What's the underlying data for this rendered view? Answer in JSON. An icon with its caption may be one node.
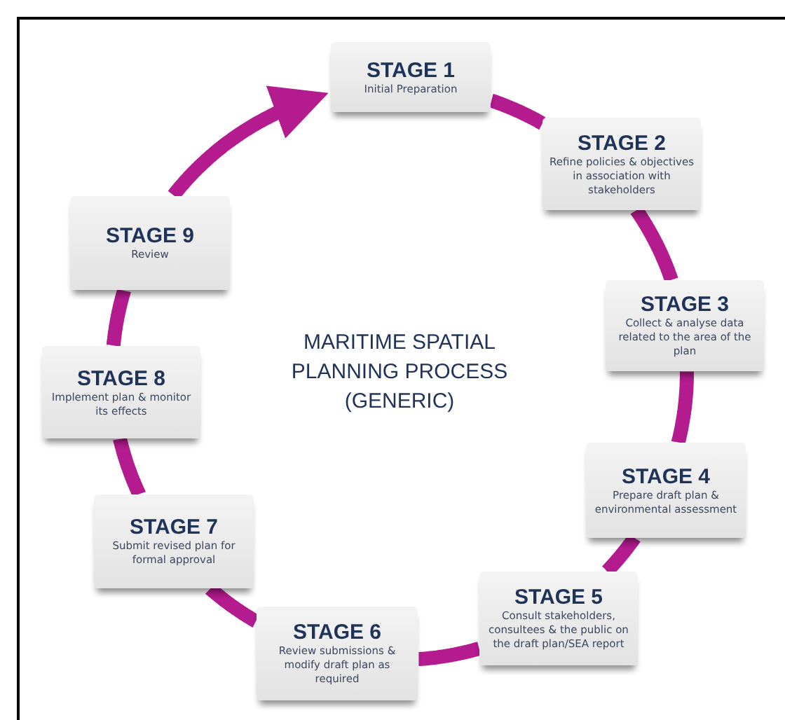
{
  "diagram": {
    "title": "MARITIME SPATIAL PLANNING PROCESS (GENERIC)",
    "nodes": [
      {
        "text": [
          "STAGE 1",
          "Initial Preparation"
        ]
      },
      {
        "text": [
          "STAGE 2",
          "Refine policies & objectives in association with stakeholders"
        ]
      },
      {
        "text": [
          "STAGE 3",
          "Collect & analyse data related to the area of the plan"
        ]
      },
      {
        "text": [
          "STAGE 4",
          "Prepare draft plan & environmental assessment"
        ]
      },
      {
        "text": [
          "STAGE 5",
          "Consult stakeholders, consultees & the public on the draft plan/SEA report"
        ]
      },
      {
        "text": [
          "STAGE 6",
          "Review submissions & modify draft plan as required"
        ]
      },
      {
        "text": [
          "STAGE 7",
          "Submit revised plan for formal approval"
        ]
      },
      {
        "text": [
          "STAGE 8",
          "Implement plan & monitor its effects"
        ]
      },
      {
        "text": [
          "STAGE 9",
          "Review"
        ]
      }
    ],
    "edges": [
      {
        "from": 0,
        "to": 1,
        "arrow": "none"
      },
      {
        "from": 1,
        "to": 2,
        "arrow": "none"
      },
      {
        "from": 2,
        "to": 3,
        "arrow": "none"
      },
      {
        "from": 3,
        "to": 4,
        "arrow": "none"
      },
      {
        "from": 4,
        "to": 5,
        "arrow": "none"
      },
      {
        "from": 5,
        "to": 6,
        "arrow": "none"
      },
      {
        "from": 6,
        "to": 7,
        "arrow": "none"
      },
      {
        "from": 7,
        "to": 8,
        "arrow": "none"
      },
      {
        "from": 8,
        "to": 0,
        "arrow": "to"
      }
    ]
  }
}
